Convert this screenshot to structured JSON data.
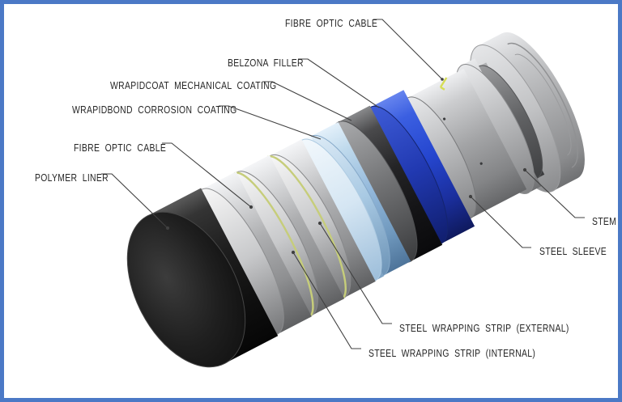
{
  "diagram": {
    "subject": "Flexible composite pipe cutaway with end fitting",
    "style": "CAD technical illustration with leader-line callouts"
  },
  "labels": {
    "fibre_optic_cable_top": "FIBRE OPTIC CABLE",
    "belzona_filler": "BELZONA FILLER",
    "wrapidcoat_mechanical_coating": "WRAPIDCOAT MECHANICAL COATING",
    "wrapidbond_corrosion_coating": "WRAPIDBOND CORROSION COATING",
    "fibre_optic_cable_left": "FIBRE OPTIC CABLE",
    "polymer_liner": "POLYMER LINER",
    "stem": "STEM",
    "steel_sleeve": "STEEL SLEEVE",
    "steel_wrapping_strip_external": "STEEL WRAPPING STRIP (EXTERNAL)",
    "steel_wrapping_strip_internal": "STEEL WRAPPING STRIP (INTERNAL)"
  },
  "colors": {
    "frame_border": "#4B79C6",
    "background": "#FFFFFF",
    "label_text": "#262626",
    "leader_line": "#404040",
    "polymer_liner": "#1A1A1A",
    "steel_wrapping_strip": "#AEAFB1",
    "fibre_optic_cable": "#C6CD7A",
    "wrapidbond_corrosion_coating": "#93B8DB",
    "wrapidcoat_mechanical_coating": "#1D1D1F",
    "belzona_filler": "#2546CF",
    "steel_sleeve": "#A3A4A6",
    "stem": "#A7A8AA"
  }
}
